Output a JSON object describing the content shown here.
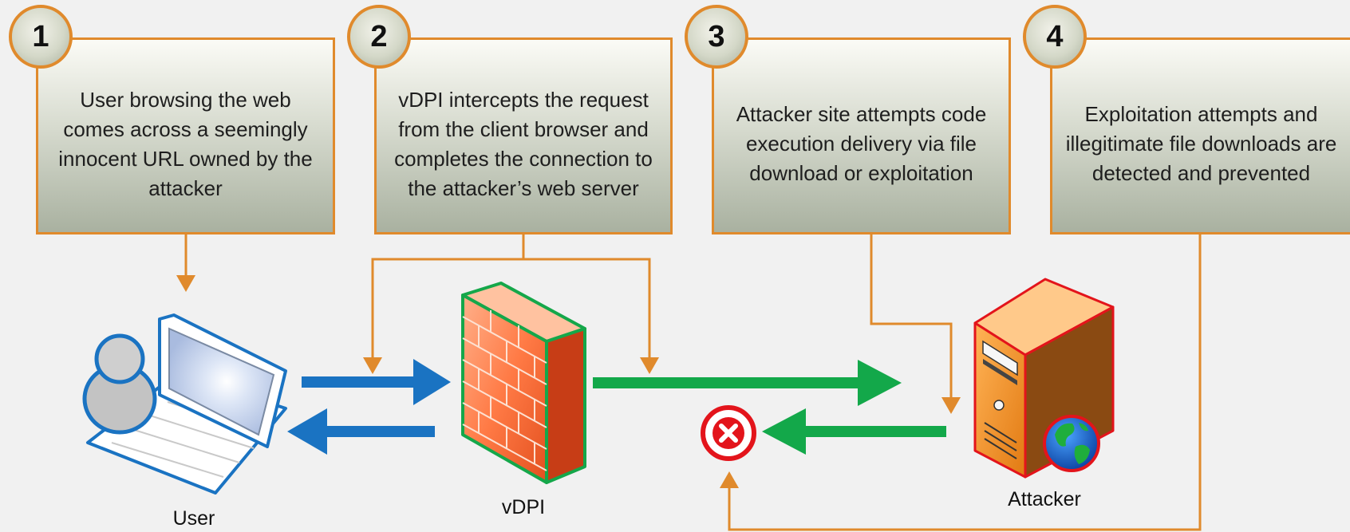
{
  "steps": [
    {
      "number": "1",
      "text": "User browsing the web comes across a seemingly innocent URL owned by the attacker"
    },
    {
      "number": "2",
      "text": "vDPI intercepts the request from the client browser and completes the connection to the attacker’s web server"
    },
    {
      "number": "3",
      "text": "Attacker site attempts code execution delivery via file download or exploitation"
    },
    {
      "number": "4",
      "text": "Exploitation attempts and illegitimate file downloads are detected and prevented"
    }
  ],
  "nodes": {
    "user": "User",
    "vdpi": "vDPI",
    "attacker": "Attacker"
  },
  "colors": {
    "accent_orange": "#e08a2c",
    "user_arrow_blue": "#1a73c2",
    "server_arrow_green": "#13a84a",
    "block_red": "#e3141b"
  }
}
